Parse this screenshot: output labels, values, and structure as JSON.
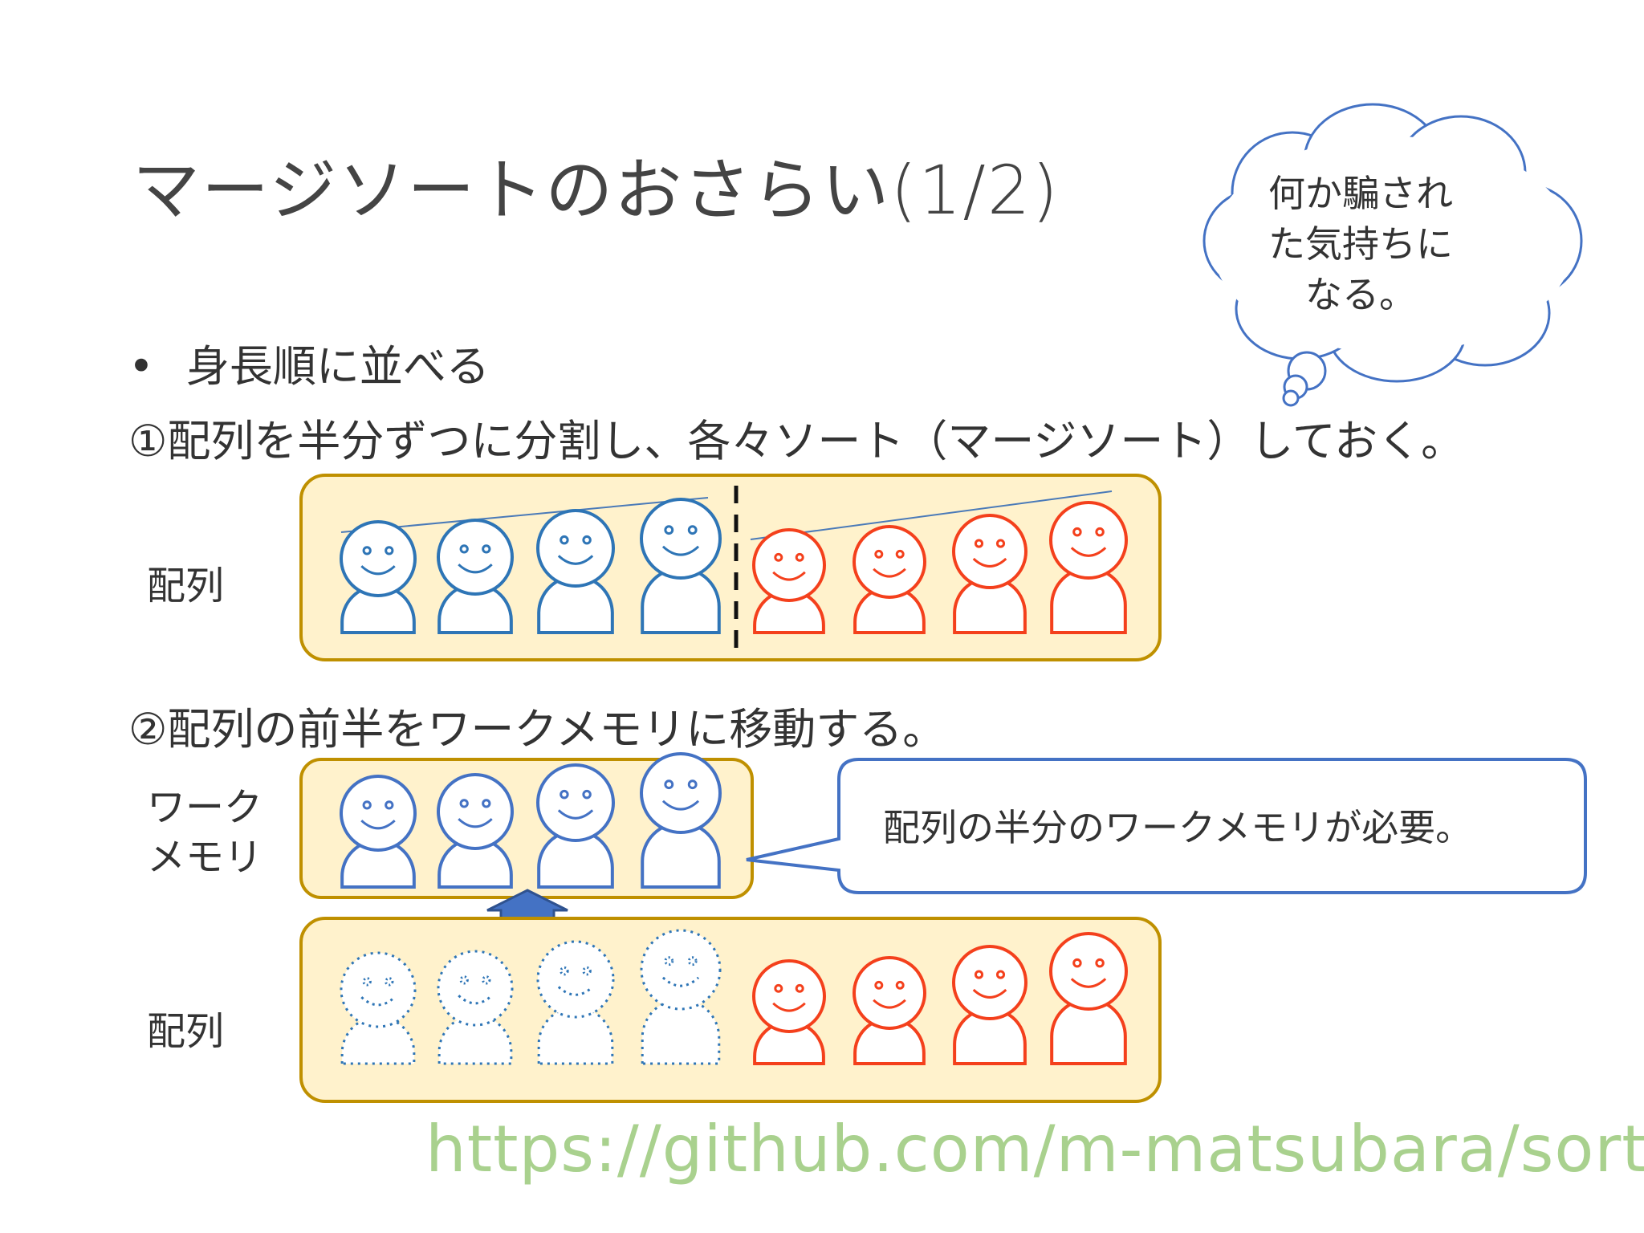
{
  "slide": {
    "title": "マージソートのおさらい(1/2)",
    "bullet": "身長順に並べる",
    "step1": "①配列を半分ずつに分割し、各々ソート（マージソート）しておく。",
    "step2": "②配列の前半をワークメモリに移動する。",
    "label_array": "配列",
    "label_work_line1": "ワーク",
    "label_work_line2": "メモリ",
    "callout": "配列の半分のワークメモリが必要。",
    "thought": "何か騙された気持ちになる。",
    "url": "https://github.com/m-matsubara/sort"
  },
  "colors": {
    "box_fill": "#fff2cc",
    "box_border": "#bf9000",
    "blue": "#2e75b6",
    "work_blue": "#4472c4",
    "red": "#f4401c",
    "arrow": "#4472c4",
    "url": "#a9d18e"
  },
  "icons": [
    "person-icon",
    "up-arrow-icon",
    "thought-cloud-icon",
    "speech-callout-icon"
  ]
}
